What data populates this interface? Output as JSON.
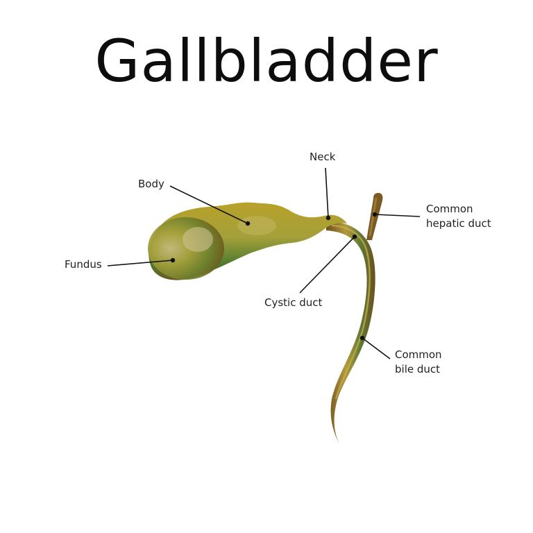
{
  "title": "Gallbladder",
  "labels": {
    "neck": "Neck",
    "body": "Body",
    "fundus": "Fundus",
    "cystic_duct": "Cystic duct",
    "common_hepatic_duct_line1": "Common",
    "common_hepatic_duct_line2": "hepatic duct",
    "common_bile_duct_line1": "Common",
    "common_bile_duct_line2": "bile duct"
  },
  "colors": {
    "organ_yellow": "#b9a42a",
    "organ_green": "#4f7a2e",
    "organ_brown": "#7a5a1e",
    "duct_gold": "#a48a32",
    "duct_brown": "#6b4f1e",
    "leader_line": "#111111",
    "text": "#1f1f1f"
  }
}
